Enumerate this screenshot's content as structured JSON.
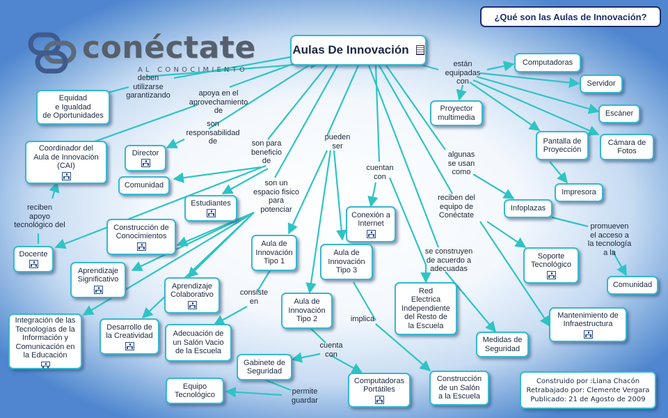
{
  "header": {
    "question": "¿Qué son las Aulas de Innovación?",
    "central_title": "Aulas De Innovación"
  },
  "logo": {
    "icon": "chain-link-logo-icon",
    "word": "conéctate",
    "tagline": "AL CONOCIMIENTO"
  },
  "credits": {
    "line1": "Construido por :Liana Chacón",
    "line2": "Retrabajado por: Clemente Vergara",
    "line3": "Publicado: 21 de Agosto de 2009"
  },
  "colors": {
    "connector": "#2fc3c4",
    "node_border": "#36b8cf",
    "title_border": "#1d2e6e",
    "text": "#1a2840"
  },
  "concepts": {
    "computadoras": "Computadoras",
    "servidor": "Servidor",
    "escaner": "Escáner",
    "camara": "Cámara de\nFotos",
    "proyector": "Proyector\nmultimedia",
    "pantalla": "Pantalla de\nProyección",
    "impresora": "Impresora",
    "infoplazas": "Infoplazas",
    "comunidad_der": "Comunidad",
    "soporte": "Soporte\nTecnológico",
    "mantenimiento": "Mantenimiento de\nInfraestructura",
    "medidas": "Medidas de\nSeguridad",
    "red": "Red\nElectrica\nIndependiente\ndel Resto de\nla Escuela",
    "construccion_salon": "Construcción\nde un Salón\na la Escuela",
    "computadoras_portatiles": "Computadoras\nPortátiles",
    "conexion": "Conexión a\nInternet",
    "aula3": "Aula de\nInnovación\nTipo 3",
    "aula1": "Aula de\nInnovación\nTipo 1",
    "aula2": "Aula de\nInnovación\nTipo 2",
    "gabinete": "Gabinete de\nSeguridad",
    "equipo": "Equipo\nTecnológico",
    "adecuacion": "Adecuación de\nun Salón Vacio\nde la Escuela",
    "desarrollo": "Desarrollo de\nla Creatividad",
    "aprend_colab": "Aprendizaje\nColaborativo",
    "aprend_sig": "Aprendizaje\nSignificativo",
    "integracion": "Integración de las\nTecnologías de la\nInformación y\nComunicación en\nla Educación",
    "construccion_con": "Construcción de\nConocimientos",
    "docente": "Docente",
    "estudiantes": "Estudiantes",
    "comunidad_izq": "Comunidad",
    "director": "Director",
    "coordinador": "Coordinador del\nAula de Innovación\n(CAI)",
    "equidad": "Equidad\ne Igualdad\nde Oportunidades"
  },
  "links": {
    "deben": "deben\nutilizarse\ngarantizando",
    "apoya": "apoya en el\naprovechamiento\nde",
    "responsabilidad": "son\nresponsabilidad\nde",
    "beneficio": "son para\nbeneficio\nde",
    "espacio": "son un\nespacio fisico\npara\npotenciar",
    "pueden": "pueden\nser",
    "cuentan": "cuentan\ncon",
    "equipadas": "están\nequipadas\ncon",
    "usan": "algunas\nse usan\ncomo",
    "reciben_equipo": "reciben del\nequipo de\nConéctate",
    "construyen": "se construyen\nde acuerdo a\nadecuadas",
    "promueven": "promueven\nel acceso a\nla tecnología\na la",
    "reciben_apoyo": "reciben\napoyo\ntecnológico del",
    "consiste": "consiste\nen",
    "implica": "implica",
    "cuenta": "cuenta\ncon",
    "permite": "permite\nguardar"
  }
}
